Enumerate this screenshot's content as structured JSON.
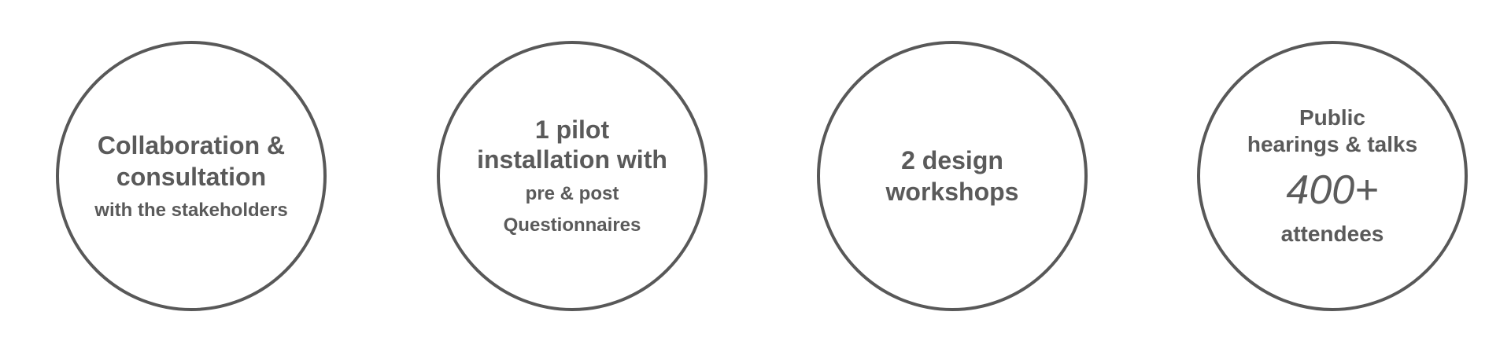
{
  "circles": [
    {
      "title_lines": [
        "Collaboration &",
        "consultation"
      ],
      "subtitle_lines": [
        "with the stakeholders"
      ]
    },
    {
      "title_lines": [
        "1 pilot",
        "installation with"
      ],
      "subtitle_lines": [
        "pre & post",
        "Questionnaires"
      ]
    },
    {
      "title_lines": [
        "2 design",
        "workshops"
      ]
    },
    {
      "title_lines": [
        "Public",
        "hearings & talks"
      ],
      "stat": "400+",
      "stat_label": "attendees"
    }
  ],
  "colors": {
    "outline": "#585858",
    "text": "#5a5a5a",
    "background": "#ffffff"
  }
}
